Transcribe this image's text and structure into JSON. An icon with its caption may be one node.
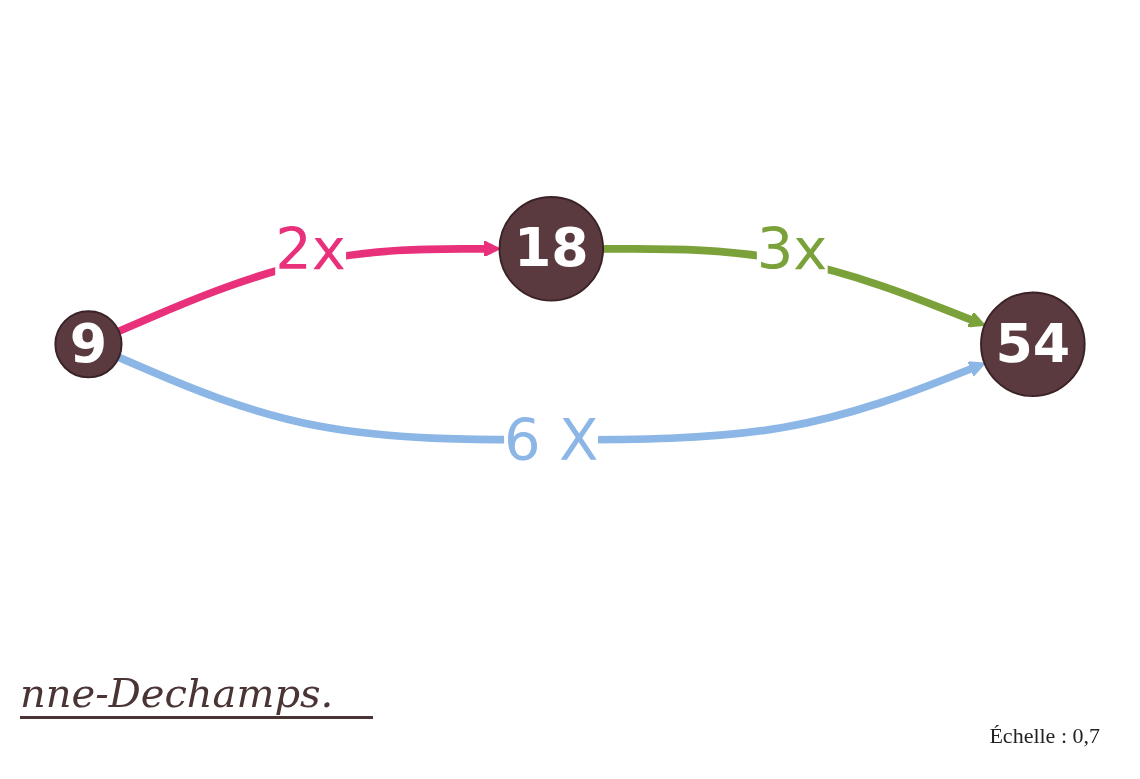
{
  "diagram": {
    "nodes": [
      {
        "text": [
          "9"
        ]
      },
      {
        "text": [
          "18"
        ]
      },
      {
        "text": [
          "54"
        ]
      }
    ],
    "edges": [
      {
        "from": 0,
        "to": 1,
        "arrow": "to",
        "label": "2x",
        "color": "#e8317a"
      },
      {
        "from": 1,
        "to": 2,
        "arrow": "to",
        "label": "3x",
        "color": "#7ba23a"
      },
      {
        "from": 0,
        "to": 2,
        "arrow": "to",
        "label": "6 X",
        "color": "#8cb6e6"
      }
    ],
    "labels": [
      "nne-Dechamps.",
      "Échelle : 0,7"
    ]
  }
}
